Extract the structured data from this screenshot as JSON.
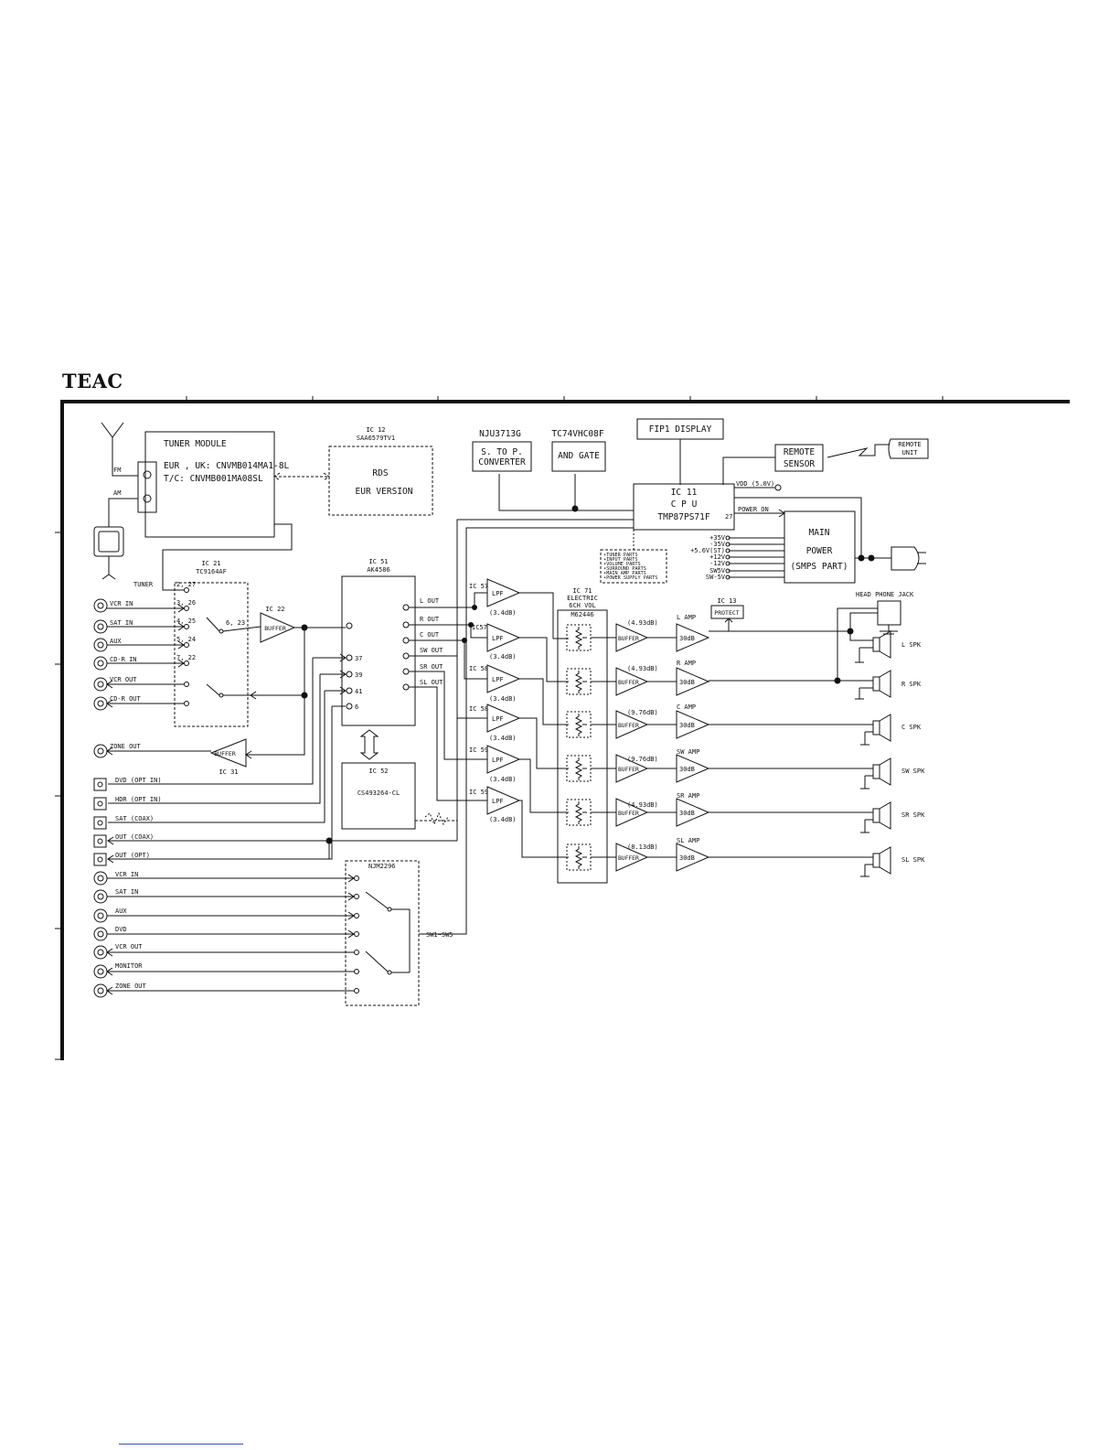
{
  "brand": "TEAC",
  "tuner": {
    "title": "TUNER MODULE",
    "eur_line": "EUR , UK: CNVMB014MA1-8L",
    "tc_line": "T/C: CNVMB001MA08SL",
    "fm_label": "FM",
    "am_label": "AM"
  },
  "rds": {
    "ic": "IC 12",
    "part": "SAA6579TV1",
    "title": "RDS",
    "sub": "EUR VERSION"
  },
  "s2p": {
    "part": "NJU3713G",
    "line1": "S. TO P.",
    "line2": "CONVERTER"
  },
  "andgate": {
    "part": "TC74VHC08F",
    "label": "AND GATE"
  },
  "display": {
    "label": "FIP1   DISPLAY"
  },
  "remote_sensor": {
    "line1": "REMOTE",
    "line2": "SENSOR"
  },
  "remote_unit": {
    "line1": "REMOTE",
    "line2": "UNIT"
  },
  "cpu": {
    "ic": "IC  11",
    "name": "C P U",
    "part": "TMP87PS71F",
    "vdd": "VDD (5.0V)",
    "pin27": "27",
    "power_on": "POWER ON"
  },
  "main_power": {
    "line1": "MAIN",
    "line2": "POWER",
    "line3": "(SMPS PART)"
  },
  "rails": [
    "+35V",
    "-35V",
    "+5.6V(ST)",
    "+12V",
    "-12V",
    "SW5V",
    "SW-5V"
  ],
  "cpu_ctrl": [
    "•TUNER PARTS",
    "•INPUT PARTS",
    "•VOLUME PARTS",
    "•SURROUND PARTS",
    "•MAIN AMP PARTS",
    "•POWER SUPPLY PARTS"
  ],
  "ic21": {
    "ic": "IC 21",
    "part": "TC9164AF",
    "pins": [
      "2, 27",
      "3, 26",
      "4, 25",
      "5, 24",
      "7, 22"
    ],
    "out_pin": "6, 23"
  },
  "ic22": {
    "ic": "IC 22",
    "label": "BUFFER"
  },
  "ic31": {
    "ic": "IC 31",
    "label": "BUFFER"
  },
  "ic51": {
    "ic": "IC 51",
    "part": "AK4586",
    "outs": [
      "L OUT",
      "R OUT",
      "C OUT",
      "SW OUT",
      "SR OUT",
      "SL OUT"
    ],
    "pins": [
      "37",
      "39",
      "41",
      "6"
    ]
  },
  "ic52": {
    "ic": "IC 52",
    "part": "CS493264-CL"
  },
  "ic71": {
    "ic": "IC 71",
    "line1": "ELECTRIC",
    "line2": "6CH VOL",
    "part": "M62446"
  },
  "ic13": {
    "ic": "IC 13",
    "label": "PROTECT"
  },
  "headphone": "HEAD PHONE JACK",
  "tuner_label": "TUNER",
  "inputs_top": [
    "VCR IN",
    "SAT IN",
    "AUX",
    "CD-R IN",
    "VCR OUT",
    "CD-R OUT"
  ],
  "zone_out": "ZONE OUT",
  "digital_io": [
    "DVD (OPT IN)",
    "HDR (OPT IN)",
    "SAT (COAX)",
    "OUT (COAX)",
    "OUT (OPT)"
  ],
  "njm": {
    "part": "NJM2296",
    "sw": "SW1~SW5"
  },
  "video_io": [
    "VCR IN",
    "SAT IN",
    "AUX",
    "DVD",
    "VCR OUT",
    "MONITOR",
    "ZONE OUT"
  ],
  "lpf": {
    "label": "LPF",
    "gain": "(3.4dB)",
    "ics": [
      "IC 57",
      "IC57",
      "IC 58",
      "IC 58",
      "IC 59",
      "IC 59"
    ]
  },
  "buffer_label": "BUFFER",
  "buffer_gains": [
    "(4.93dB)",
    "(4.93dB)",
    "(9.76dB)",
    "(9.76dB)",
    "(4.93dB)",
    "(8.13dB)"
  ],
  "amp_gain": "30dB",
  "amps": [
    "L AMP",
    "R AMP",
    "C AMP",
    "SW AMP",
    "SR AMP",
    "SL AMP"
  ],
  "speakers": [
    "L SPK",
    "R SPK",
    "C SPK",
    "SW SPK",
    "SR SPK",
    "SL SPK"
  ]
}
